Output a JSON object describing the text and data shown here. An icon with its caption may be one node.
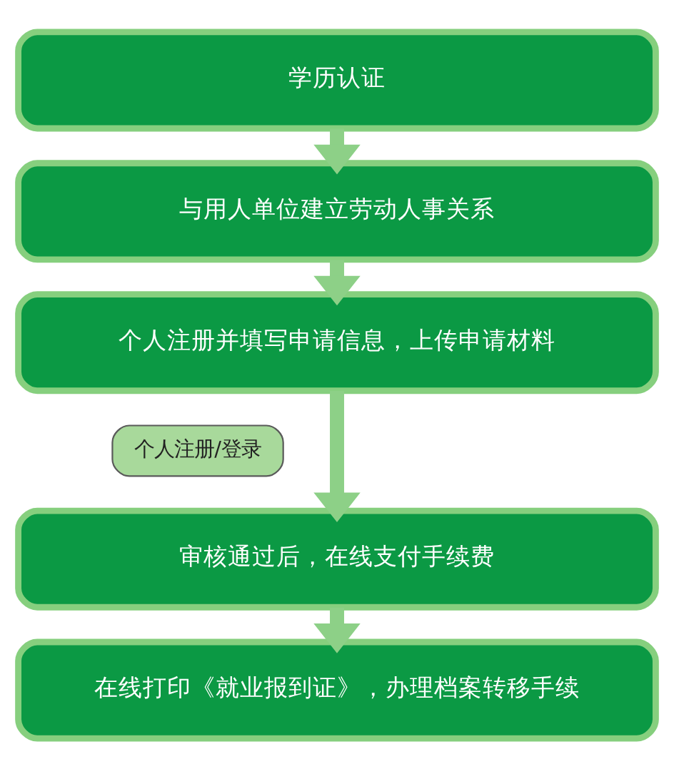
{
  "diagram": {
    "nodes": [
      {
        "text": [
          "学历认证"
        ]
      },
      {
        "text": [
          "与用人单位建立劳动人事关系"
        ]
      },
      {
        "text": [
          "个人注册并填写申请信息，上传申请材料"
        ]
      },
      {
        "text": [
          "个人注册/登录"
        ]
      },
      {
        "text": [
          "审核通过后，在线支付手续费"
        ]
      },
      {
        "text": [
          "在线打印《就业报到证》，办理档案转移手续"
        ]
      }
    ],
    "edges": [
      {
        "from": 0,
        "to": 1,
        "arrow": "to"
      },
      {
        "from": 1,
        "to": 2,
        "arrow": "to"
      },
      {
        "from": 2,
        "to": 4,
        "arrow": "to"
      },
      {
        "from": 4,
        "to": 5,
        "arrow": "to"
      }
    ]
  }
}
